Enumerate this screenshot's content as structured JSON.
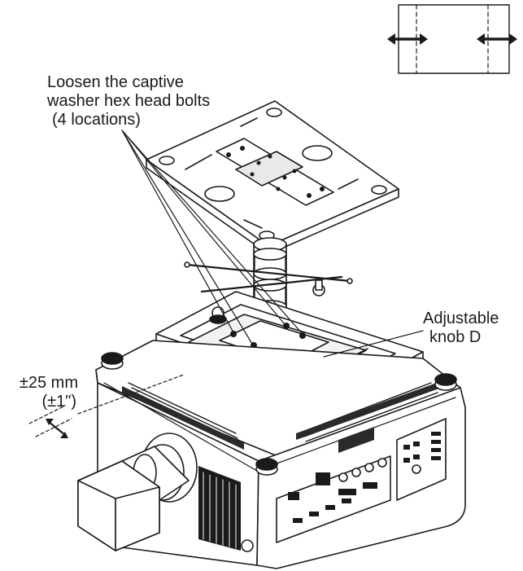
{
  "callouts": {
    "bolts": {
      "line1": "Loosen the captive",
      "line2": "washer hex head bolts",
      "line3": "(4 locations)"
    },
    "knob": {
      "line1": "Adjustable",
      "line2": "knob D"
    },
    "adjust": {
      "line1": "±25 mm",
      "line2": "(±1\")"
    }
  },
  "colors": {
    "stroke": "#1a1a1a",
    "body_fill": "#ffffff",
    "shade": "#bfbfbf",
    "dark": "#2a2a2a"
  }
}
